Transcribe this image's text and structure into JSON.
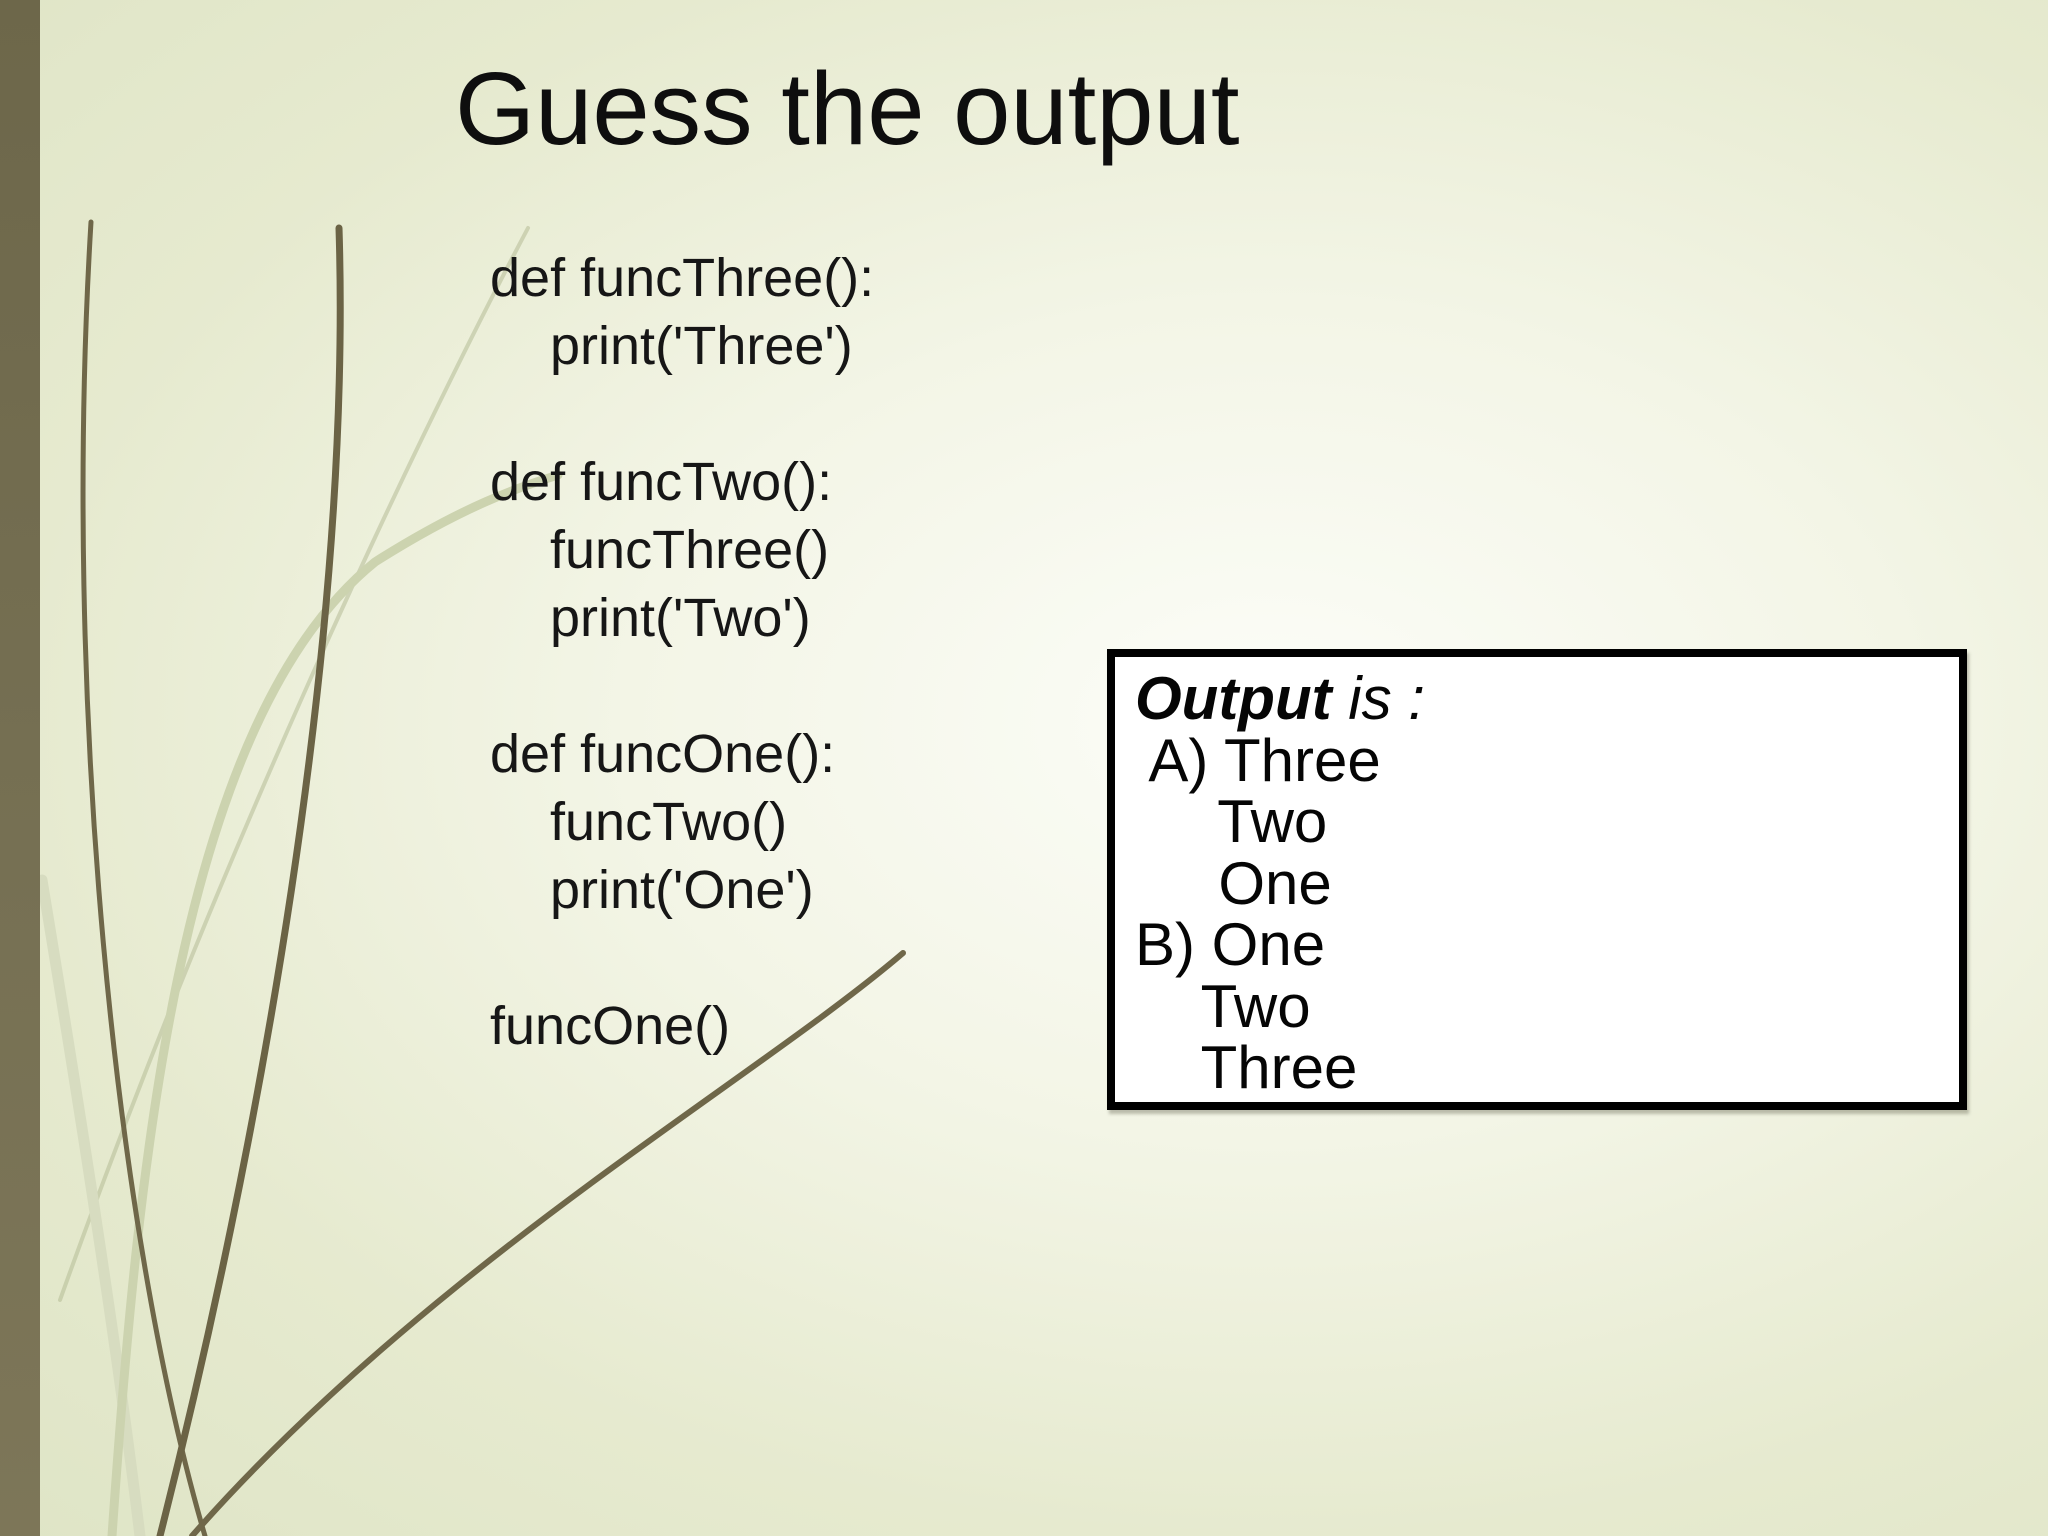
{
  "slide": {
    "title": "Guess the output",
    "code": {
      "lines": [
        "def funcThree():",
        "    print('Three')",
        "",
        "def funcTwo():",
        "    funcThree()",
        "    print('Two')",
        "",
        "def funcOne():",
        "    funcTwo()",
        "    print('One')",
        "",
        "funcOne()"
      ]
    },
    "output_box": {
      "header_bold": "Output",
      "header_rest": " is :",
      "options": [
        " A) Three",
        "     Two",
        "     One",
        "B) One",
        "    Two",
        "    Three"
      ]
    },
    "colors": {
      "background_edge": "#dee4c5",
      "background_center": "#fcfdf8",
      "accent_bar": "#767053",
      "blade_dark": "#6f6749",
      "blade_pale": "#ccd3af",
      "box_border": "#000000",
      "box_background": "#ffffff"
    }
  }
}
